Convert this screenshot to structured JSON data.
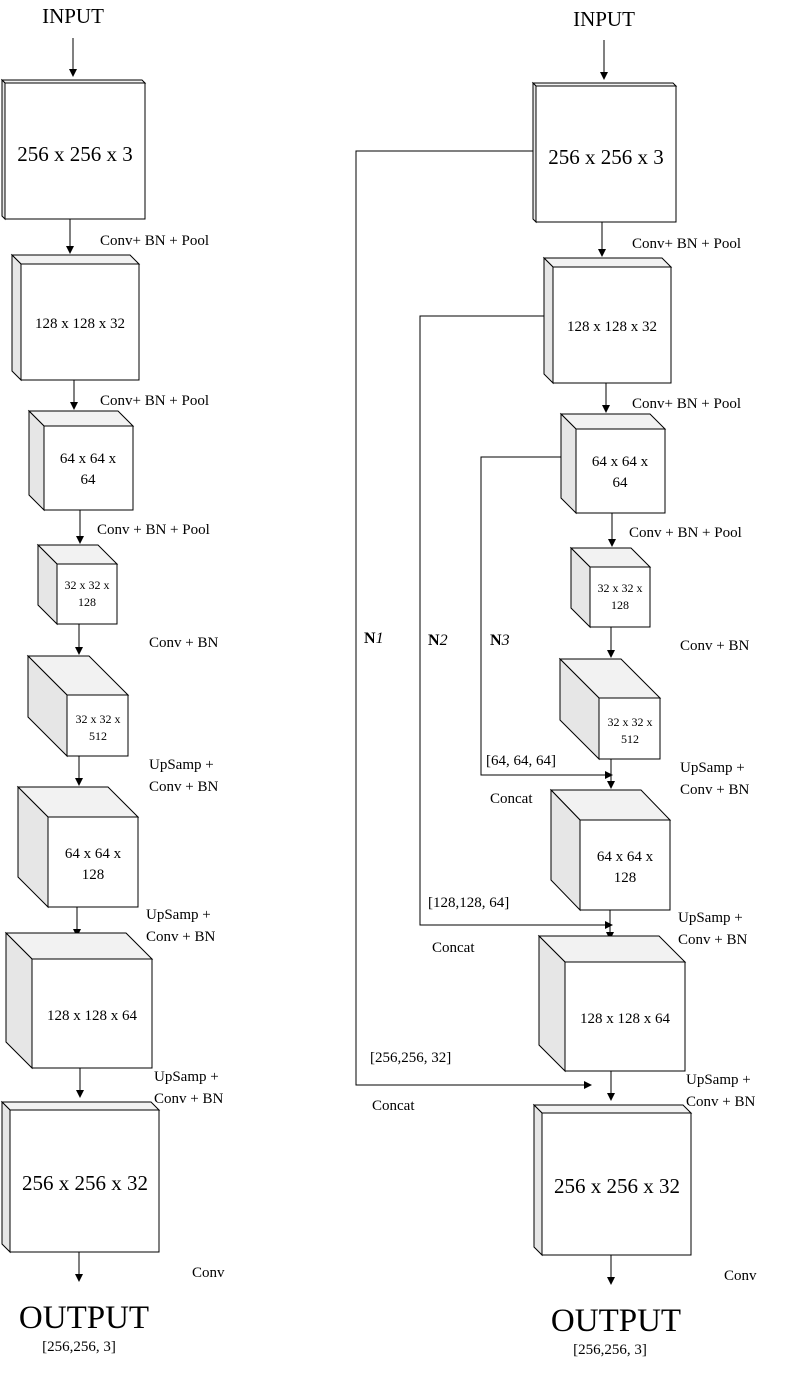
{
  "left": {
    "input_label": "INPUT",
    "blocks": [
      {
        "line1": "256 x 256 x 3",
        "line2": ""
      },
      {
        "line1": "128 x 128 x 32",
        "line2": ""
      },
      {
        "line1": "64 x 64 x",
        "line2": "64"
      },
      {
        "line1": "32 x 32 x",
        "line2": "128"
      },
      {
        "line1": "32 x 32 x",
        "line2": "512"
      },
      {
        "line1": "64 x 64 x",
        "line2": "128"
      },
      {
        "line1": "128 x 128 x 64",
        "line2": ""
      },
      {
        "line1": "256 x 256 x 32",
        "line2": ""
      }
    ],
    "ops": [
      {
        "line1": "Conv+ BN + Pool",
        "line2": ""
      },
      {
        "line1": "Conv+ BN + Pool",
        "line2": ""
      },
      {
        "line1": "Conv + BN + Pool",
        "line2": ""
      },
      {
        "line1": "Conv + BN",
        "line2": ""
      },
      {
        "line1": "UpSamp +",
        "line2": "Conv + BN"
      },
      {
        "line1": "UpSamp +",
        "line2": "Conv + BN"
      },
      {
        "line1": "UpSamp +",
        "line2": "Conv + BN"
      },
      {
        "line1": "Conv",
        "line2": ""
      }
    ],
    "output_label": "OUTPUT",
    "output_shape": "[256,256, 3]"
  },
  "right": {
    "input_label": "INPUT",
    "blocks": [
      {
        "line1": "256 x 256 x 3",
        "line2": ""
      },
      {
        "line1": "128 x 128 x 32",
        "line2": ""
      },
      {
        "line1": "64 x 64 x",
        "line2": "64"
      },
      {
        "line1": "32 x 32 x",
        "line2": "128"
      },
      {
        "line1": "32 x 32 x",
        "line2": "512"
      },
      {
        "line1": "64 x 64 x",
        "line2": "128"
      },
      {
        "line1": "128 x 128 x 64",
        "line2": ""
      },
      {
        "line1": "256 x 256 x 32",
        "line2": ""
      }
    ],
    "ops": [
      {
        "line1": "Conv+ BN + Pool",
        "line2": ""
      },
      {
        "line1": "Conv+ BN + Pool",
        "line2": ""
      },
      {
        "line1": "Conv + BN + Pool",
        "line2": ""
      },
      {
        "line1": "Conv + BN",
        "line2": ""
      },
      {
        "line1": "UpSamp +",
        "line2": "Conv + BN"
      },
      {
        "line1": "UpSamp +",
        "line2": "Conv + BN"
      },
      {
        "line1": "UpSamp +",
        "line2": "Conv + BN"
      },
      {
        "line1": "Conv",
        "line2": ""
      }
    ],
    "skips": [
      {
        "letter": "N",
        "index": "1",
        "shape": "[256,256, 32]",
        "concat": "Concat"
      },
      {
        "letter": "N",
        "index": "2",
        "shape": "[128,128, 64]",
        "concat": "Concat"
      },
      {
        "letter": "N",
        "index": "3",
        "shape": "[64, 64, 64]",
        "concat": "Concat"
      }
    ],
    "output_label": "OUTPUT",
    "output_shape": "[256,256, 3]"
  }
}
